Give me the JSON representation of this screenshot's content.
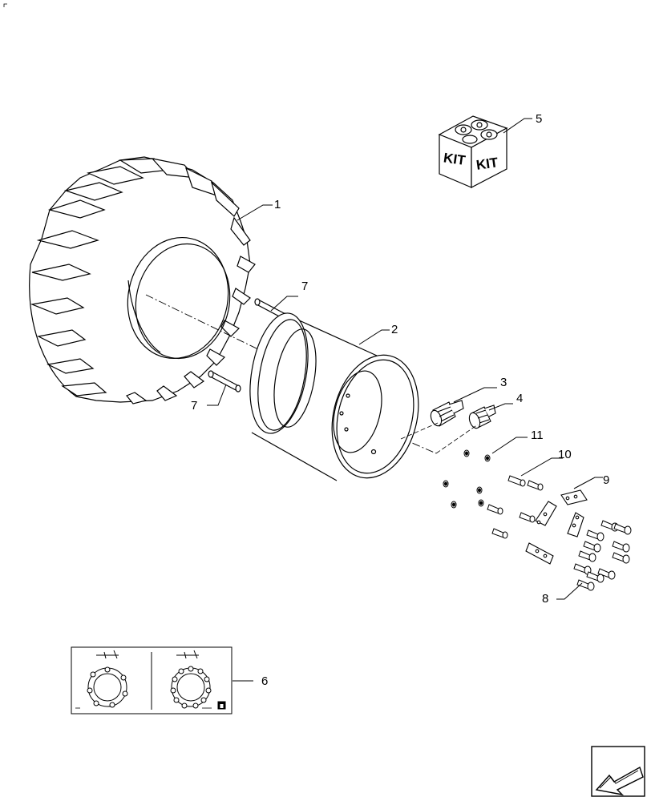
{
  "diagram": {
    "callouts": {
      "tire": "1",
      "wheel_rim": "2",
      "valve_a": "3",
      "valve_b": "4",
      "kit": "5",
      "decal": "6",
      "pin_upper": "7",
      "pin_lower": "7",
      "bolts": "8",
      "clamps": "9",
      "screws": "10",
      "washers": "11"
    },
    "kit_labels": [
      "KIT",
      "KIT"
    ]
  },
  "icons": {
    "next_page": "arrow-icon"
  }
}
